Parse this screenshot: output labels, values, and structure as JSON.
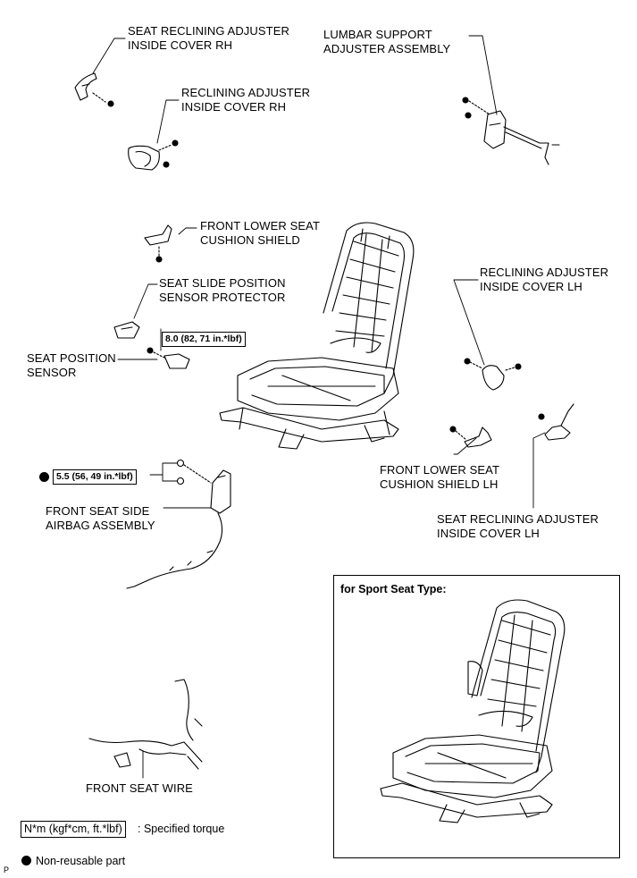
{
  "labels": {
    "seat_recl_rh": [
      "SEAT RECLINING ADJUSTER",
      "INSIDE COVER RH"
    ],
    "recl_rh": [
      "RECLINING ADJUSTER",
      "INSIDE COVER RH"
    ],
    "lumbar": [
      "LUMBAR SUPPORT",
      "ADJUSTER ASSEMBLY"
    ],
    "front_lower_shield": [
      "FRONT LOWER SEAT",
      "CUSHION SHIELD"
    ],
    "slide_protector": [
      "SEAT SLIDE POSITION",
      "SENSOR PROTECTOR"
    ],
    "position_sensor": [
      "SEAT POSITION",
      "SENSOR"
    ],
    "recl_lh": [
      "RECLINING ADJUSTER",
      "INSIDE COVER LH"
    ],
    "front_lower_shield_lh": [
      "FRONT LOWER SEAT",
      "CUSHION SHIELD LH"
    ],
    "seat_recl_lh": [
      "SEAT RECLINING ADJUSTER",
      "INSIDE COVER LH"
    ],
    "airbag": [
      "FRONT SEAT SIDE",
      "AIRBAG ASSEMBLY"
    ],
    "seat_wire": "FRONT SEAT WIRE"
  },
  "torque": {
    "sensor": "8.0 (82, 71 in.*lbf)",
    "airbag": "5.5 (56, 49 in.*lbf)"
  },
  "inset": {
    "title": "for Sport Seat Type:"
  },
  "legend": {
    "torque_box": "N*m (kgf*cm, ft.*lbf)",
    "torque_text": ": Specified torque",
    "nonreusable_text": "Non-reusable part"
  },
  "corner_mark": "P",
  "colors": {
    "line": "#000000",
    "background": "#ffffff"
  }
}
